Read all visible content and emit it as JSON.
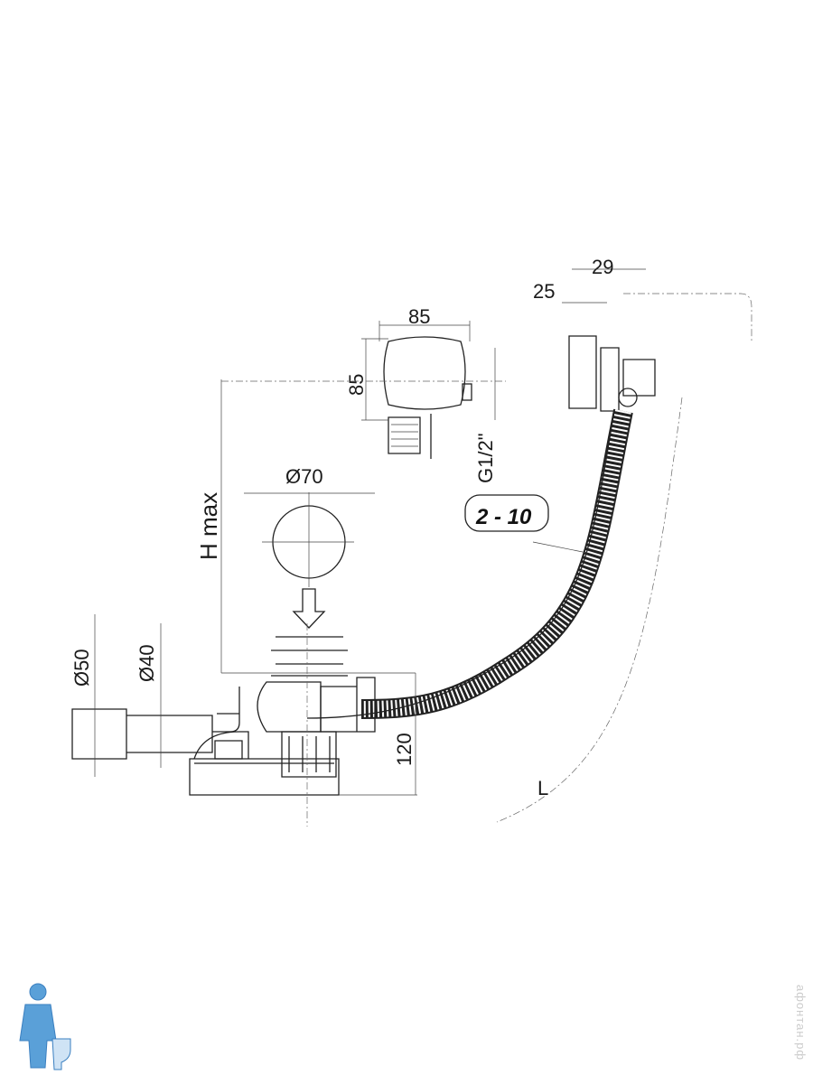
{
  "dimensions": {
    "overflow_offset": "29",
    "overflow_depth": "25",
    "overflow_width": "85",
    "overflow_height": "85",
    "plug_diameter": "Ø70",
    "height_max": "H max",
    "thread": "G1/2\"",
    "bath_wall_range": "2 - 10",
    "outlet_large": "Ø50",
    "outlet_small": "Ø40",
    "trap_height": "120",
    "length": "L"
  },
  "watermark": "афонтан.рф",
  "colors": {
    "line": "#222222",
    "mascot": "#5aa0d8"
  }
}
